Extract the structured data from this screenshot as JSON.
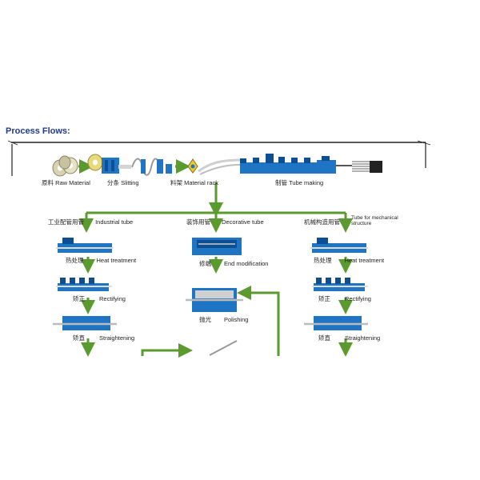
{
  "heading": "Process Flows:",
  "top_stages": [
    {
      "cn": "原料",
      "en": "Raw Material"
    },
    {
      "cn": "分条",
      "en": "Slitting"
    },
    {
      "cn": "料架",
      "en": "Material rack"
    },
    {
      "cn": "制管",
      "en": "Tube making"
    }
  ],
  "branches": [
    {
      "cn": "工业配管用管",
      "en": "Industrial tube",
      "steps": [
        {
          "cn": "热处理",
          "en": "Heat treatment"
        },
        {
          "cn": "矫正",
          "en": "Rectifying"
        },
        {
          "cn": "矫直",
          "en": "Straightening"
        }
      ]
    },
    {
      "cn": "装饰用管",
      "en": "Decorative tube",
      "steps": [
        {
          "cn": "修端",
          "en": "End modification"
        },
        {
          "cn": "抛光",
          "en": "Polishing"
        }
      ]
    },
    {
      "cn": "机械构造用管",
      "en": "Tube for mechanical structure",
      "steps": [
        {
          "cn": "热处理",
          "en": "Heat treatment"
        },
        {
          "cn": "矫正",
          "en": "Rectifying"
        },
        {
          "cn": "矫直",
          "en": "Straightening"
        }
      ]
    }
  ],
  "colors": {
    "machine": "#1f74c4",
    "machine_dark": "#0d4f93",
    "arrow": "#5a9a2e",
    "heading": "#1f3a8a"
  }
}
